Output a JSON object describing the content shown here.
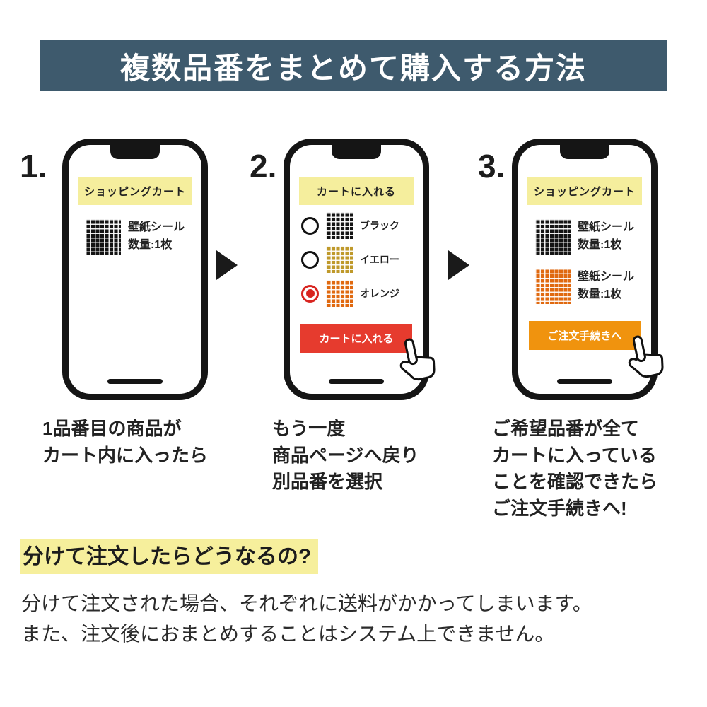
{
  "header": {
    "title": "複数品番をまとめて購入する方法",
    "bg_color": "#3e5a6d",
    "text_color": "#ffffff"
  },
  "steps": [
    {
      "number": "1.",
      "banner": "ショッピングカート",
      "products": [
        {
          "swatch": "black",
          "name": "壁紙シール",
          "qty": "数量:1枚"
        }
      ],
      "caption_lines": [
        "1品番目の商品が",
        "カート内に入ったら"
      ]
    },
    {
      "number": "2.",
      "banner": "カートに入れる",
      "options": [
        {
          "swatch": "black",
          "label": "ブラック",
          "selected": false
        },
        {
          "swatch": "yellow",
          "label": "イエロー",
          "selected": false
        },
        {
          "swatch": "orange",
          "label": "オレンジ",
          "selected": true
        }
      ],
      "button": {
        "label": "カートに入れる",
        "color": "#e63b2e"
      },
      "caption_lines": [
        "もう一度",
        "商品ページへ戻り",
        "別品番を選択"
      ]
    },
    {
      "number": "3.",
      "banner": "ショッピングカート",
      "products": [
        {
          "swatch": "black",
          "name": "壁紙シール",
          "qty": "数量:1枚"
        },
        {
          "swatch": "orange",
          "name": "壁紙シール",
          "qty": "数量:1枚"
        }
      ],
      "button": {
        "label": "ご注文手続きへ",
        "color": "#f0930e"
      },
      "caption_lines": [
        "ご希望品番が全て",
        "カートに入っている",
        "ことを確認できたら",
        "ご注文手続きへ!"
      ]
    }
  ],
  "footer": {
    "heading": "分けて注文したらどうなるの?",
    "highlight_color": "#f6ef9c",
    "body_lines": [
      "分けて注文された場合、それぞれに送料がかかってしまいます。",
      "また、注文後におまとめすることはシステム上できません。"
    ]
  },
  "colors": {
    "banner_yellow": "#f5ee9d",
    "phone_frame": "#151515",
    "swatch_black": "#141414",
    "swatch_yellow": "#bf992a",
    "swatch_orange": "#e0690f",
    "radio_selected": "#d8241f",
    "arrow": "#1a1a1a"
  }
}
